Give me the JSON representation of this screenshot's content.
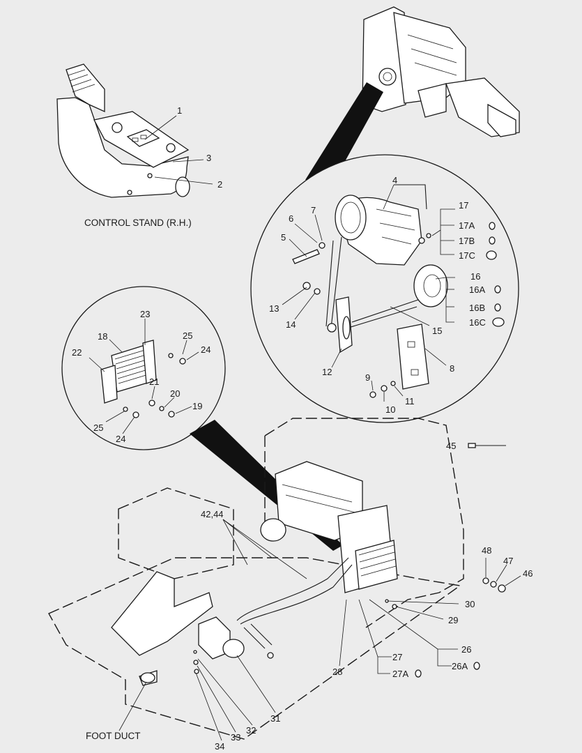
{
  "captions": {
    "control_stand": "CONTROL STAND (R.H.)",
    "foot_duct": "FOOT DUCT"
  },
  "callouts": [
    "1",
    "2",
    "3",
    "4",
    "5",
    "6",
    "7",
    "8",
    "9",
    "10",
    "11",
    "12",
    "13",
    "14",
    "15",
    "16",
    "16A",
    "16B",
    "16C",
    "17",
    "17A",
    "17B",
    "17C",
    "18",
    "19",
    "20",
    "21",
    "22",
    "23",
    "24",
    "24",
    "25",
    "25",
    "26",
    "26A",
    "27",
    "27A",
    "28",
    "29",
    "30",
    "31",
    "32",
    "33",
    "34",
    "42,44",
    "45",
    "46",
    "47",
    "48"
  ],
  "colors": {
    "background": "#ececec",
    "ink": "#1a1a1a",
    "paper": "#ffffff"
  }
}
